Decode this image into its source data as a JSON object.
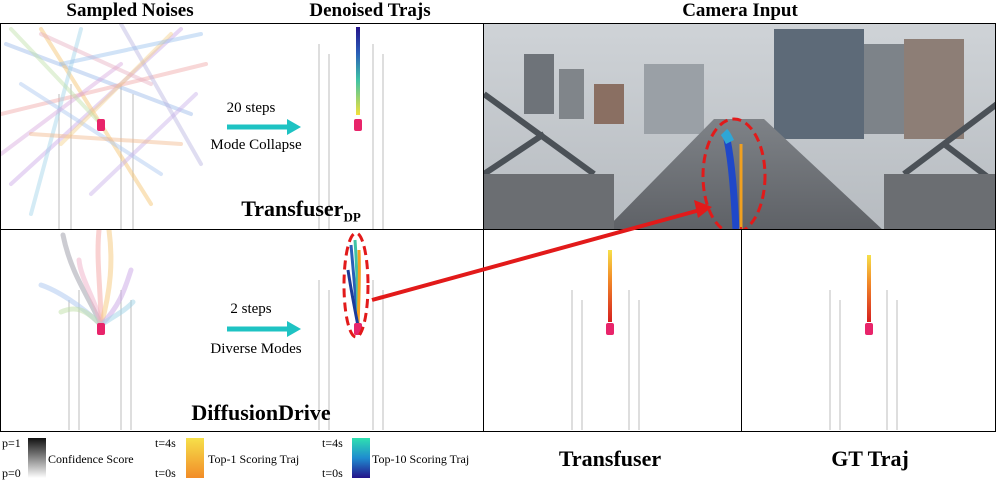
{
  "headers": {
    "sampled_noises": "Sampled Noises",
    "denoised_trajs": "Denoised Trajs",
    "camera_input": "Camera Input"
  },
  "rows": [
    {
      "method": "Transfuser",
      "method_sub": "DP",
      "steps": "20 steps",
      "note": "Mode Collapse"
    },
    {
      "method": "DiffusionDrive",
      "method_sub": "",
      "steps": "2 steps",
      "note": "Diverse Modes"
    }
  ],
  "bottom_labels": {
    "transfuser": "Transfuser",
    "gt": "GT Traj"
  },
  "legend": {
    "p1": "p=1",
    "p0": "p=0",
    "confidence": "Confidence Score",
    "t4": "t=4s",
    "t0": "t=0s",
    "top1": "Top-1 Scoring Traj",
    "t4b": "t=4s",
    "t0b": "t=0s",
    "top10": "Top-10 Scoring Traj"
  },
  "colors": {
    "arrow_teal": "#1ec3c3",
    "highlight_red": "#e21a1a",
    "car_pink": "#e8246a"
  }
}
